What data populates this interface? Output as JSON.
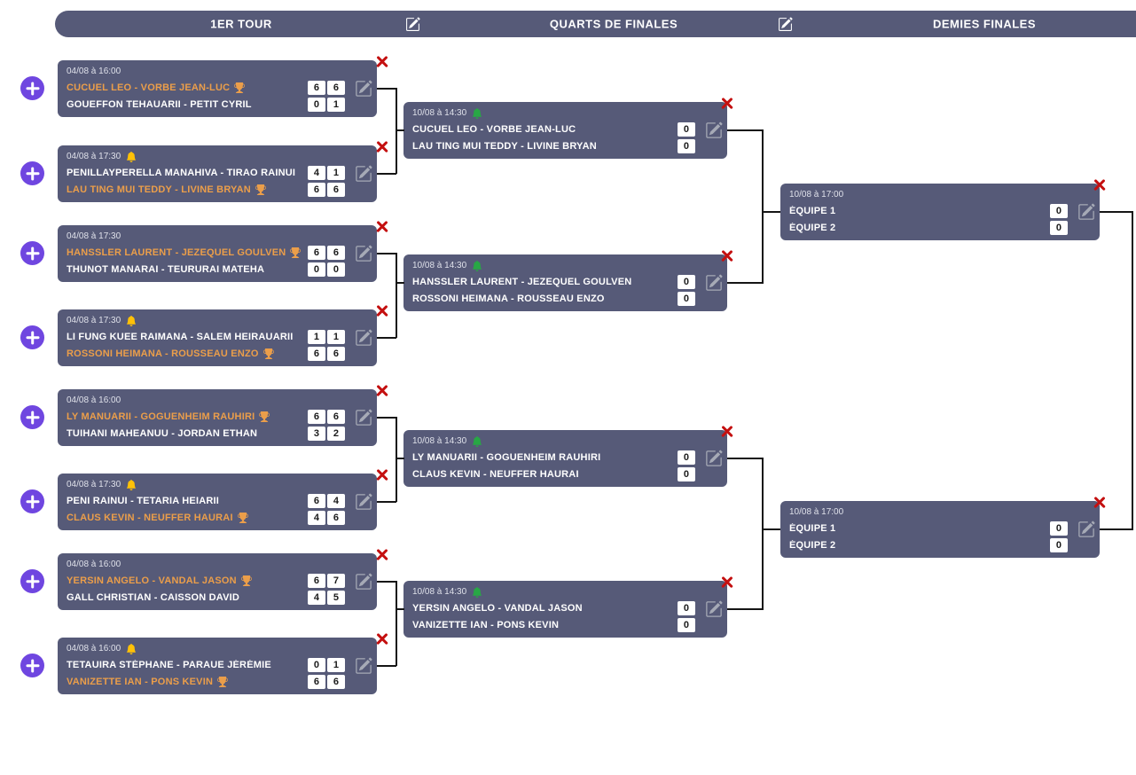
{
  "header": {
    "round_titles": [
      "1ER TOUR",
      "QUARTS DE FINALES",
      "DEMIES FINALES"
    ]
  },
  "first_round": {
    "matches": [
      {
        "date": "04/08 à 16:00",
        "bell": null,
        "teams": [
          {
            "name": "CUCUEL LEO - VORBE JEAN-LUC",
            "winner": true,
            "scores": [
              "6",
              "6"
            ]
          },
          {
            "name": "GOUEFFON TEHAUARII - PETIT CYRIL",
            "winner": false,
            "scores": [
              "0",
              "1"
            ]
          }
        ]
      },
      {
        "date": "04/08 à 17:30",
        "bell": "yellow",
        "teams": [
          {
            "name": "PENILLAYPERELLA MANAHIVA - TIRAO RAINUI",
            "winner": false,
            "scores": [
              "4",
              "1"
            ]
          },
          {
            "name": "LAU TING MUI TEDDY - LIVINE BRYAN",
            "winner": true,
            "scores": [
              "6",
              "6"
            ]
          }
        ]
      },
      {
        "date": "04/08 à 17:30",
        "bell": null,
        "teams": [
          {
            "name": "HANSSLER LAURENT - JEZEQUEL GOULVEN",
            "winner": true,
            "scores": [
              "6",
              "6"
            ]
          },
          {
            "name": "THUNOT MANARAI - TEURURAI MATEHA",
            "winner": false,
            "scores": [
              "0",
              "0"
            ]
          }
        ]
      },
      {
        "date": "04/08 à 17:30",
        "bell": "yellow",
        "teams": [
          {
            "name": "LI FUNG KUEE RAIMANA - SALEM HEIRAUARII",
            "winner": false,
            "scores": [
              "1",
              "1"
            ]
          },
          {
            "name": "ROSSONI HEIMANA - ROUSSEAU ENZO",
            "winner": true,
            "scores": [
              "6",
              "6"
            ]
          }
        ]
      },
      {
        "date": "04/08 à 16:00",
        "bell": null,
        "teams": [
          {
            "name": "LY MANUARII - GOGUENHEIM RAUHIRI",
            "winner": true,
            "scores": [
              "6",
              "6"
            ]
          },
          {
            "name": "TUIHANI MAHEANUU - JORDAN ETHAN",
            "winner": false,
            "scores": [
              "3",
              "2"
            ]
          }
        ]
      },
      {
        "date": "04/08 à 17:30",
        "bell": "yellow",
        "teams": [
          {
            "name": "PENI RAINUI - TETARIA HEIARII",
            "winner": false,
            "scores": [
              "6",
              "4"
            ]
          },
          {
            "name": "CLAUS KEVIN - NEUFFER HAURAI",
            "winner": true,
            "scores": [
              "4",
              "6"
            ]
          }
        ]
      },
      {
        "date": "04/08 à 16:00",
        "bell": null,
        "teams": [
          {
            "name": "YERSIN ANGELO - VANDAL JASON",
            "winner": true,
            "scores": [
              "6",
              "7"
            ]
          },
          {
            "name": "GALL CHRISTIAN - CAISSON DAVID",
            "winner": false,
            "scores": [
              "4",
              "5"
            ]
          }
        ]
      },
      {
        "date": "04/08 à 16:00",
        "bell": "yellow",
        "teams": [
          {
            "name": "TETAUIRA STÉPHANE - PARAUE JÉRÉMIE",
            "winner": false,
            "scores": [
              "0",
              "1"
            ]
          },
          {
            "name": "VANIZETTE IAN - PONS KEVIN",
            "winner": true,
            "scores": [
              "6",
              "6"
            ]
          }
        ]
      }
    ]
  },
  "quarter_finals": {
    "matches": [
      {
        "date": "10/08 à 14:30",
        "bell": "green",
        "teams": [
          {
            "name": "CUCUEL LEO - VORBE JEAN-LUC",
            "winner": false,
            "scores": [
              "0"
            ]
          },
          {
            "name": "LAU TING MUI TEDDY - LIVINE BRYAN",
            "winner": false,
            "scores": [
              "0"
            ]
          }
        ]
      },
      {
        "date": "10/08 à 14:30",
        "bell": "green",
        "teams": [
          {
            "name": "HANSSLER LAURENT - JEZEQUEL GOULVEN",
            "winner": false,
            "scores": [
              "0"
            ]
          },
          {
            "name": "ROSSONI HEIMANA - ROUSSEAU ENZO",
            "winner": false,
            "scores": [
              "0"
            ]
          }
        ]
      },
      {
        "date": "10/08 à 14:30",
        "bell": "green",
        "teams": [
          {
            "name": "LY MANUARII - GOGUENHEIM RAUHIRI",
            "winner": false,
            "scores": [
              "0"
            ]
          },
          {
            "name": "CLAUS KEVIN - NEUFFER HAURAI",
            "winner": false,
            "scores": [
              "0"
            ]
          }
        ]
      },
      {
        "date": "10/08 à 14:30",
        "bell": "green",
        "teams": [
          {
            "name": "YERSIN ANGELO - VANDAL JASON",
            "winner": false,
            "scores": [
              "0"
            ]
          },
          {
            "name": "VANIZETTE IAN - PONS KEVIN",
            "winner": false,
            "scores": [
              "0"
            ]
          }
        ]
      }
    ]
  },
  "semi_finals": {
    "matches": [
      {
        "date": "10/08 à 17:00",
        "bell": null,
        "teams": [
          {
            "name": "ÉQUIPE 1",
            "winner": false,
            "scores": [
              "0"
            ]
          },
          {
            "name": "ÉQUIPE 2",
            "winner": false,
            "scores": [
              "0"
            ]
          }
        ]
      },
      {
        "date": "10/08 à 17:00",
        "bell": null,
        "teams": [
          {
            "name": "ÉQUIPE 1",
            "winner": false,
            "scores": [
              "0"
            ]
          },
          {
            "name": "ÉQUIPE 2",
            "winner": false,
            "scores": [
              "0"
            ]
          }
        ]
      }
    ]
  },
  "icons": {
    "edit": "pencil-square",
    "delete": "red-x-cross",
    "add": "purple-plus-circle",
    "alert_pending": "yellow-bell",
    "alert_confirmed": "green-bell",
    "winner": "orange-trophy"
  },
  "colors": {
    "card_bg": "#565a78",
    "winner_text": "#eb9e4a",
    "add_button": "#6f46e0",
    "delete_x": "#c41010",
    "bell_yellow": "#ffc107",
    "bell_green": "#28a745"
  }
}
